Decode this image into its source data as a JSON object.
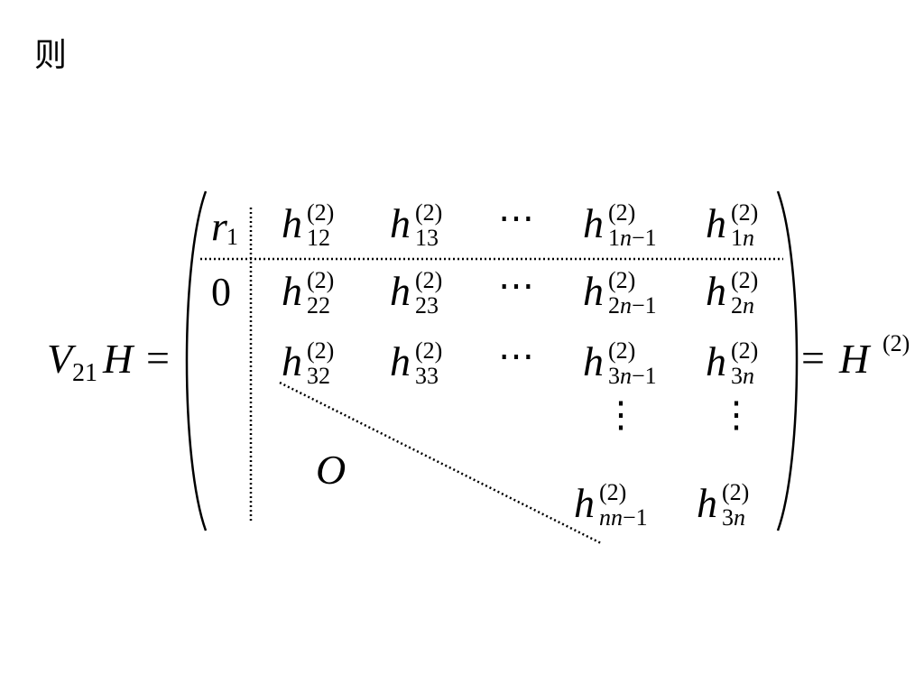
{
  "lead_text": "则",
  "lhs": {
    "V": "V",
    "V_sub": "21",
    "H": "H",
    "eq": "="
  },
  "rhs": {
    "eq": "=",
    "H": "H",
    "sup": "(2)"
  },
  "matrix": {
    "r_base": "r",
    "r_sub": "1",
    "zero": "0",
    "big_o": "O",
    "cdots": "⋯",
    "vdots": "⋮",
    "entries": [
      {
        "base": "h",
        "sup": "(2)",
        "sub_num": "1",
        "sub_rest": "2",
        "sub_italic": ""
      },
      {
        "base": "h",
        "sup": "(2)",
        "sub_num": "13",
        "sub_rest": "",
        "sub_italic": ""
      },
      {
        "base": "h",
        "sup": "(2)",
        "sub_num": "1",
        "sub_italic": "n",
        "sub_rest": "−1"
      },
      {
        "base": "h",
        "sup": "(2)",
        "sub_num": "1",
        "sub_italic": "n",
        "sub_rest": ""
      },
      {
        "base": "h",
        "sup": "(2)",
        "sub_num": "22",
        "sub_italic": "",
        "sub_rest": ""
      },
      {
        "base": "h",
        "sup": "(2)",
        "sub_num": "23",
        "sub_italic": "",
        "sub_rest": ""
      },
      {
        "base": "h",
        "sup": "(2)",
        "sub_num": "2",
        "sub_italic": "n",
        "sub_rest": "−1"
      },
      {
        "base": "h",
        "sup": "(2)",
        "sub_num": "2",
        "sub_italic": "n",
        "sub_rest": ""
      },
      {
        "base": "h",
        "sup": "(2)",
        "sub_num": "32",
        "sub_italic": "",
        "sub_rest": ""
      },
      {
        "base": "h",
        "sup": "(2)",
        "sub_num": "33",
        "sub_italic": "",
        "sub_rest": ""
      },
      {
        "base": "h",
        "sup": "(2)",
        "sub_num": "3",
        "sub_italic": "n",
        "sub_rest": "−1"
      },
      {
        "base": "h",
        "sup": "(2)",
        "sub_num": "3",
        "sub_italic": "n",
        "sub_rest": ""
      },
      {
        "base": "h",
        "sup": "(2)",
        "sub_num": "",
        "sub_italic": "nn",
        "sub_rest": "−1"
      },
      {
        "base": "h",
        "sup": "(2)",
        "sub_num": "3",
        "sub_italic": "n",
        "sub_rest": ""
      }
    ]
  }
}
